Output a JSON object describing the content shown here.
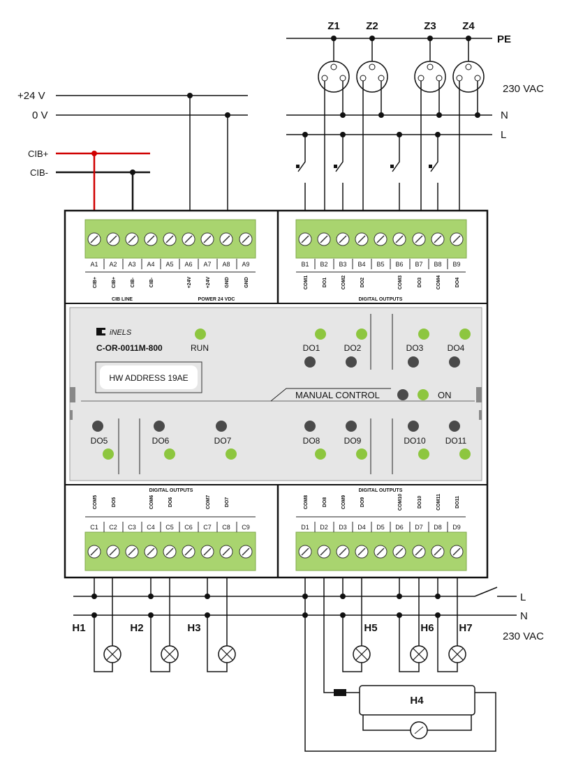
{
  "title_model": "C-OR-0011M-800",
  "logo_text": "iNELS",
  "run_label": "RUN",
  "hw_address": "HW ADDRESS 19AE",
  "manual_control": "MANUAL CONTROL",
  "on_label": "ON",
  "colors": {
    "led_green": "#8dc63f",
    "led_off": "#4a4a4a",
    "cib_plus": "#d00000",
    "terminal": "#a9d46f",
    "panel": "#e6e6e6"
  },
  "supply": {
    "plus24": "+24 V",
    "zero": "0 V",
    "cib_plus": "CIB+",
    "cib_minus": "CIB-"
  },
  "mains_top": {
    "pe": "PE",
    "n": "N",
    "l": "L",
    "voltage": "230 VAC",
    "sockets": [
      "Z1",
      "Z2",
      "Z3",
      "Z4"
    ]
  },
  "mains_bottom": {
    "l": "L",
    "n": "N",
    "voltage": "230 VAC",
    "lamps": [
      "H1",
      "H2",
      "H3",
      "H5",
      "H6",
      "H7"
    ],
    "tube": "H4"
  },
  "terminals_a": {
    "ids": [
      "A1",
      "A2",
      "A3",
      "A4",
      "A5",
      "A6",
      "A7",
      "A8",
      "A9"
    ],
    "funcs": [
      "CIB+",
      "CIB+",
      "CIB-",
      "CIB-",
      "",
      "+24V",
      "+24V",
      "GND",
      "GND"
    ],
    "groups": [
      "CIB LINE",
      "POWER 24 VDC"
    ]
  },
  "terminals_b": {
    "ids": [
      "B1",
      "B2",
      "B3",
      "B4",
      "B5",
      "B6",
      "B7",
      "B8",
      "B9"
    ],
    "funcs": [
      "COM1",
      "DO1",
      "COM2",
      "DO2",
      "",
      "COM3",
      "DO3",
      "COM4",
      "DO4"
    ],
    "group": "DIGITAL OUTPUTS"
  },
  "terminals_c": {
    "ids": [
      "C1",
      "C2",
      "C3",
      "C4",
      "C5",
      "C6",
      "C7",
      "C8",
      "C9"
    ],
    "funcs": [
      "COM5",
      "DO5",
      "",
      "COM6",
      "DO6",
      "",
      "COM7",
      "DO7",
      ""
    ],
    "group": "DIGITAL OUTPUTS"
  },
  "terminals_d": {
    "ids": [
      "D1",
      "D2",
      "D3",
      "D4",
      "D5",
      "D6",
      "D7",
      "D8",
      "D9"
    ],
    "funcs": [
      "COM8",
      "DO8",
      "COM9",
      "DO9",
      "",
      "COM10",
      "DO10",
      "COM11",
      "DO11"
    ],
    "group": "DIGITAL OUTPUTS"
  },
  "outputs_top": [
    "DO1",
    "DO2",
    "DO3",
    "DO4"
  ],
  "outputs_bottom": [
    "DO5",
    "DO6",
    "DO7",
    "DO8",
    "DO9",
    "DO10",
    "DO11"
  ]
}
